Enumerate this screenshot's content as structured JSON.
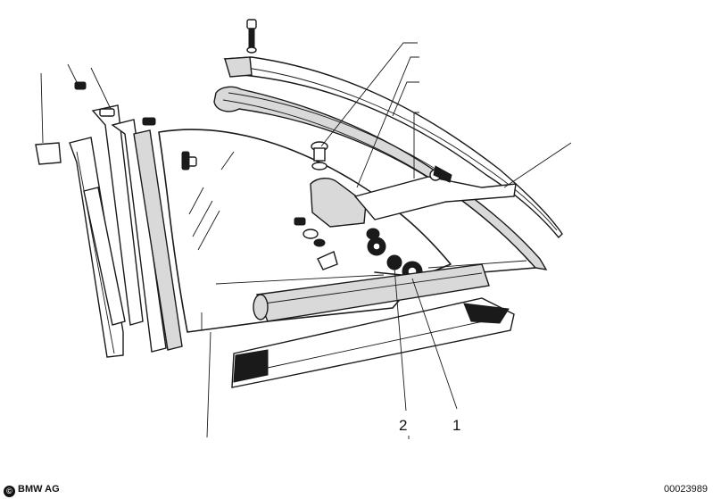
{
  "callouts": [
    {
      "id": "1",
      "label": "1"
    },
    {
      "id": "2",
      "label": "2"
    }
  ],
  "footer": {
    "copyright_symbol": "©",
    "copyright_text": "BMW AG",
    "image_id": "00023989"
  }
}
